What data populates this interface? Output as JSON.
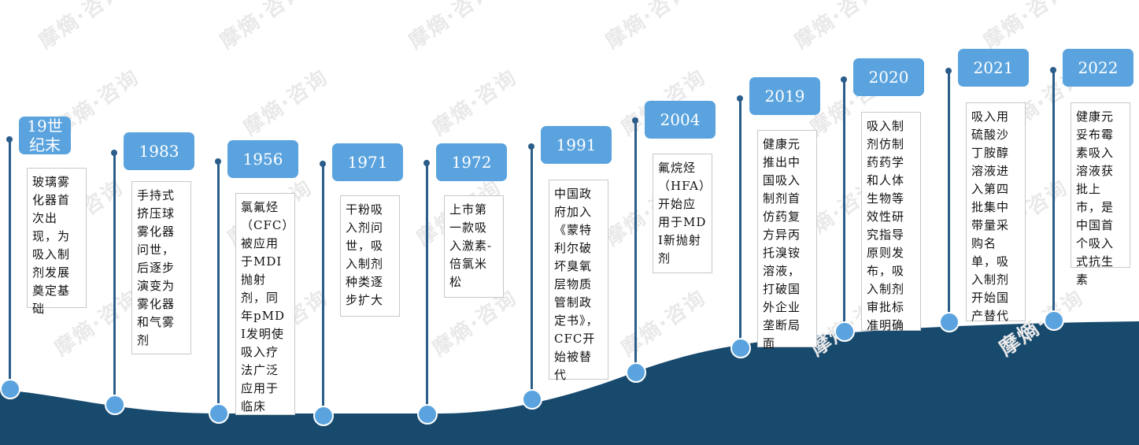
{
  "watermark": "摩熵·咨询",
  "colors": {
    "wave": "#184a6e",
    "accent": "#5aa3de",
    "line": "#2b5d8a"
  },
  "events": [
    {
      "year": "19世\n纪末",
      "text": "玻璃雾化器首次出现，为吸入制剂发展奠定基础"
    },
    {
      "year": "1983",
      "text": "手持式挤压球雾化器问世，后逐步演变为雾化器和气雾剂"
    },
    {
      "year": "1956",
      "text": "氯氟烃（CFC）被应用于MDI抛射剂，同年pMDI发明使吸入疗法广泛应用于临床"
    },
    {
      "year": "1971",
      "text": "干粉吸入剂问世，吸入制剂种类逐步扩大"
    },
    {
      "year": "1972",
      "text": "上市第一款吸入激素-倍氯米松"
    },
    {
      "year": "1991",
      "text": "中国政府加入《蒙特利尔破坏臭氧层物质管制政定书》，CFC开始被替代"
    },
    {
      "year": "2004",
      "text": "氟烷烃（HFA）开始应用于MDI新抛射剂"
    },
    {
      "year": "2019",
      "text": "健康元推出中国吸入制剂首仿药复方异丙托溴铵溶液，打破国外企业垄断局面"
    },
    {
      "year": "2020",
      "text": "吸入制剂仿制药药学和人体生物等效性研究指导原则发布，吸入制剂审批标准明确"
    },
    {
      "year": "2021",
      "text": "吸入用硫酸沙丁胺醇溶液进入第四批集中带量采购名单，吸入制剂开始国产替代"
    },
    {
      "year": "2022",
      "text": "健康元妥布霉素吸入溶液获批上市，是中国首个吸入式抗生素"
    }
  ]
}
